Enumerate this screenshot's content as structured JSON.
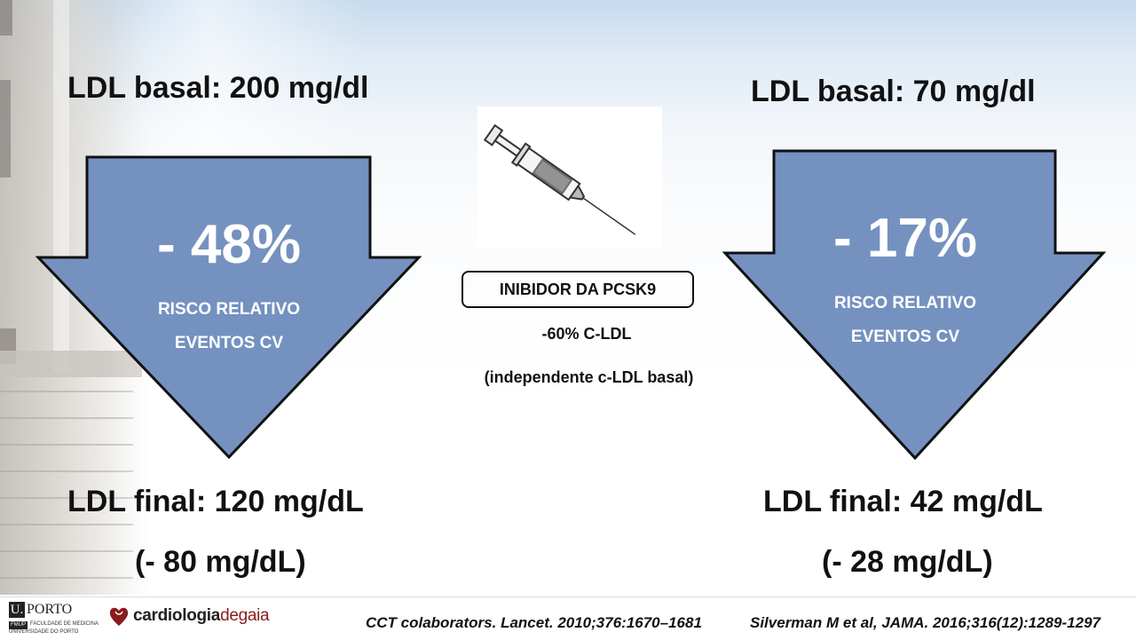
{
  "left": {
    "basal": "LDL basal: 200 mg/dl",
    "pct": "- 48%",
    "risk_line1": "RISCO RELATIVO",
    "risk_line2": "EVENTOS CV",
    "final": "LDL final: 120 mg/dL",
    "delta": "(- 80 mg/dL)"
  },
  "center": {
    "drug": "INIBIDOR DA PCSK9",
    "reduction": "-60% C-LDL",
    "note": "(independente c-LDL basal)"
  },
  "right": {
    "basal": "LDL basal: 70 mg/dl",
    "pct": "- 17%",
    "risk_line1": "RISCO RELATIVO",
    "risk_line2": "EVENTOS CV",
    "final": "LDL final: 42 mg/dL",
    "delta": "(- 28 mg/dL)"
  },
  "footer": {
    "porto_u": "U.",
    "porto_name": "PORTO",
    "porto_fmup": "FMUP",
    "porto_sub": "FACULDADE DE MEDICINA UNIVERSIDADE DO PORTO",
    "gaia_main": "cardiologia",
    "gaia_accent": "degaia",
    "ref1": "CCT colaborators. Lancet. 2010;376:1670–1681",
    "ref2": "Silverman M et al, JAMA. 2016;316(12):1289-1297"
  },
  "colors": {
    "arrow_fill": "#7491c0",
    "arrow_stroke": "#111111",
    "text": "#111111"
  },
  "icons": {
    "syringe": "syringe-icon",
    "gaia_logo": "heart-logo-icon"
  }
}
